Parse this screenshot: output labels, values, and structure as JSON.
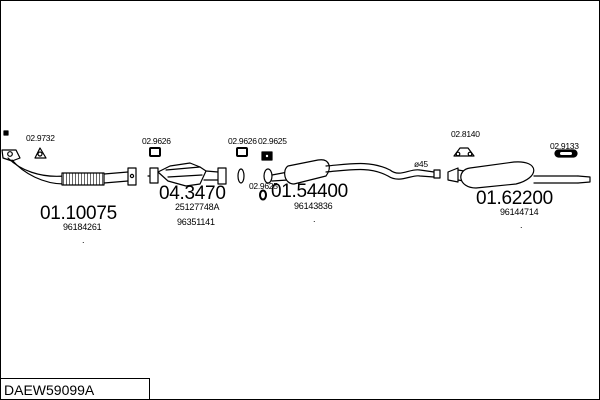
{
  "title": "DAEW59099A",
  "parts": {
    "front_pipe": {
      "number": "01.10075",
      "ref": "96184261"
    },
    "catalyst": {
      "number": "04.3470",
      "refs": [
        "25127748A",
        "96351141"
      ]
    },
    "center_silencer": {
      "number": "01.54400",
      "ref": "96143836"
    },
    "rear_silencer": {
      "number": "01.62200",
      "ref": "96144714"
    }
  },
  "accessories": {
    "front_gasket": "02.9732",
    "clamp_catalyst_front": "02.9626",
    "clamp_catalyst_rear": "02.9626",
    "gasket_center": "02.9625",
    "ring_center": "02.9625",
    "rubber_mount_rear": "02.8140",
    "rubber_strap_rear": "02.9133"
  },
  "pipe_marker": "ø45",
  "dot_marks": [
    ".",
    ".",
    "."
  ],
  "icons": [
    "gasket-icon",
    "clamp-icon",
    "sealing-ring-icon",
    "rubber-mount-icon",
    "rubber-strap-icon",
    "small-square-icon"
  ]
}
